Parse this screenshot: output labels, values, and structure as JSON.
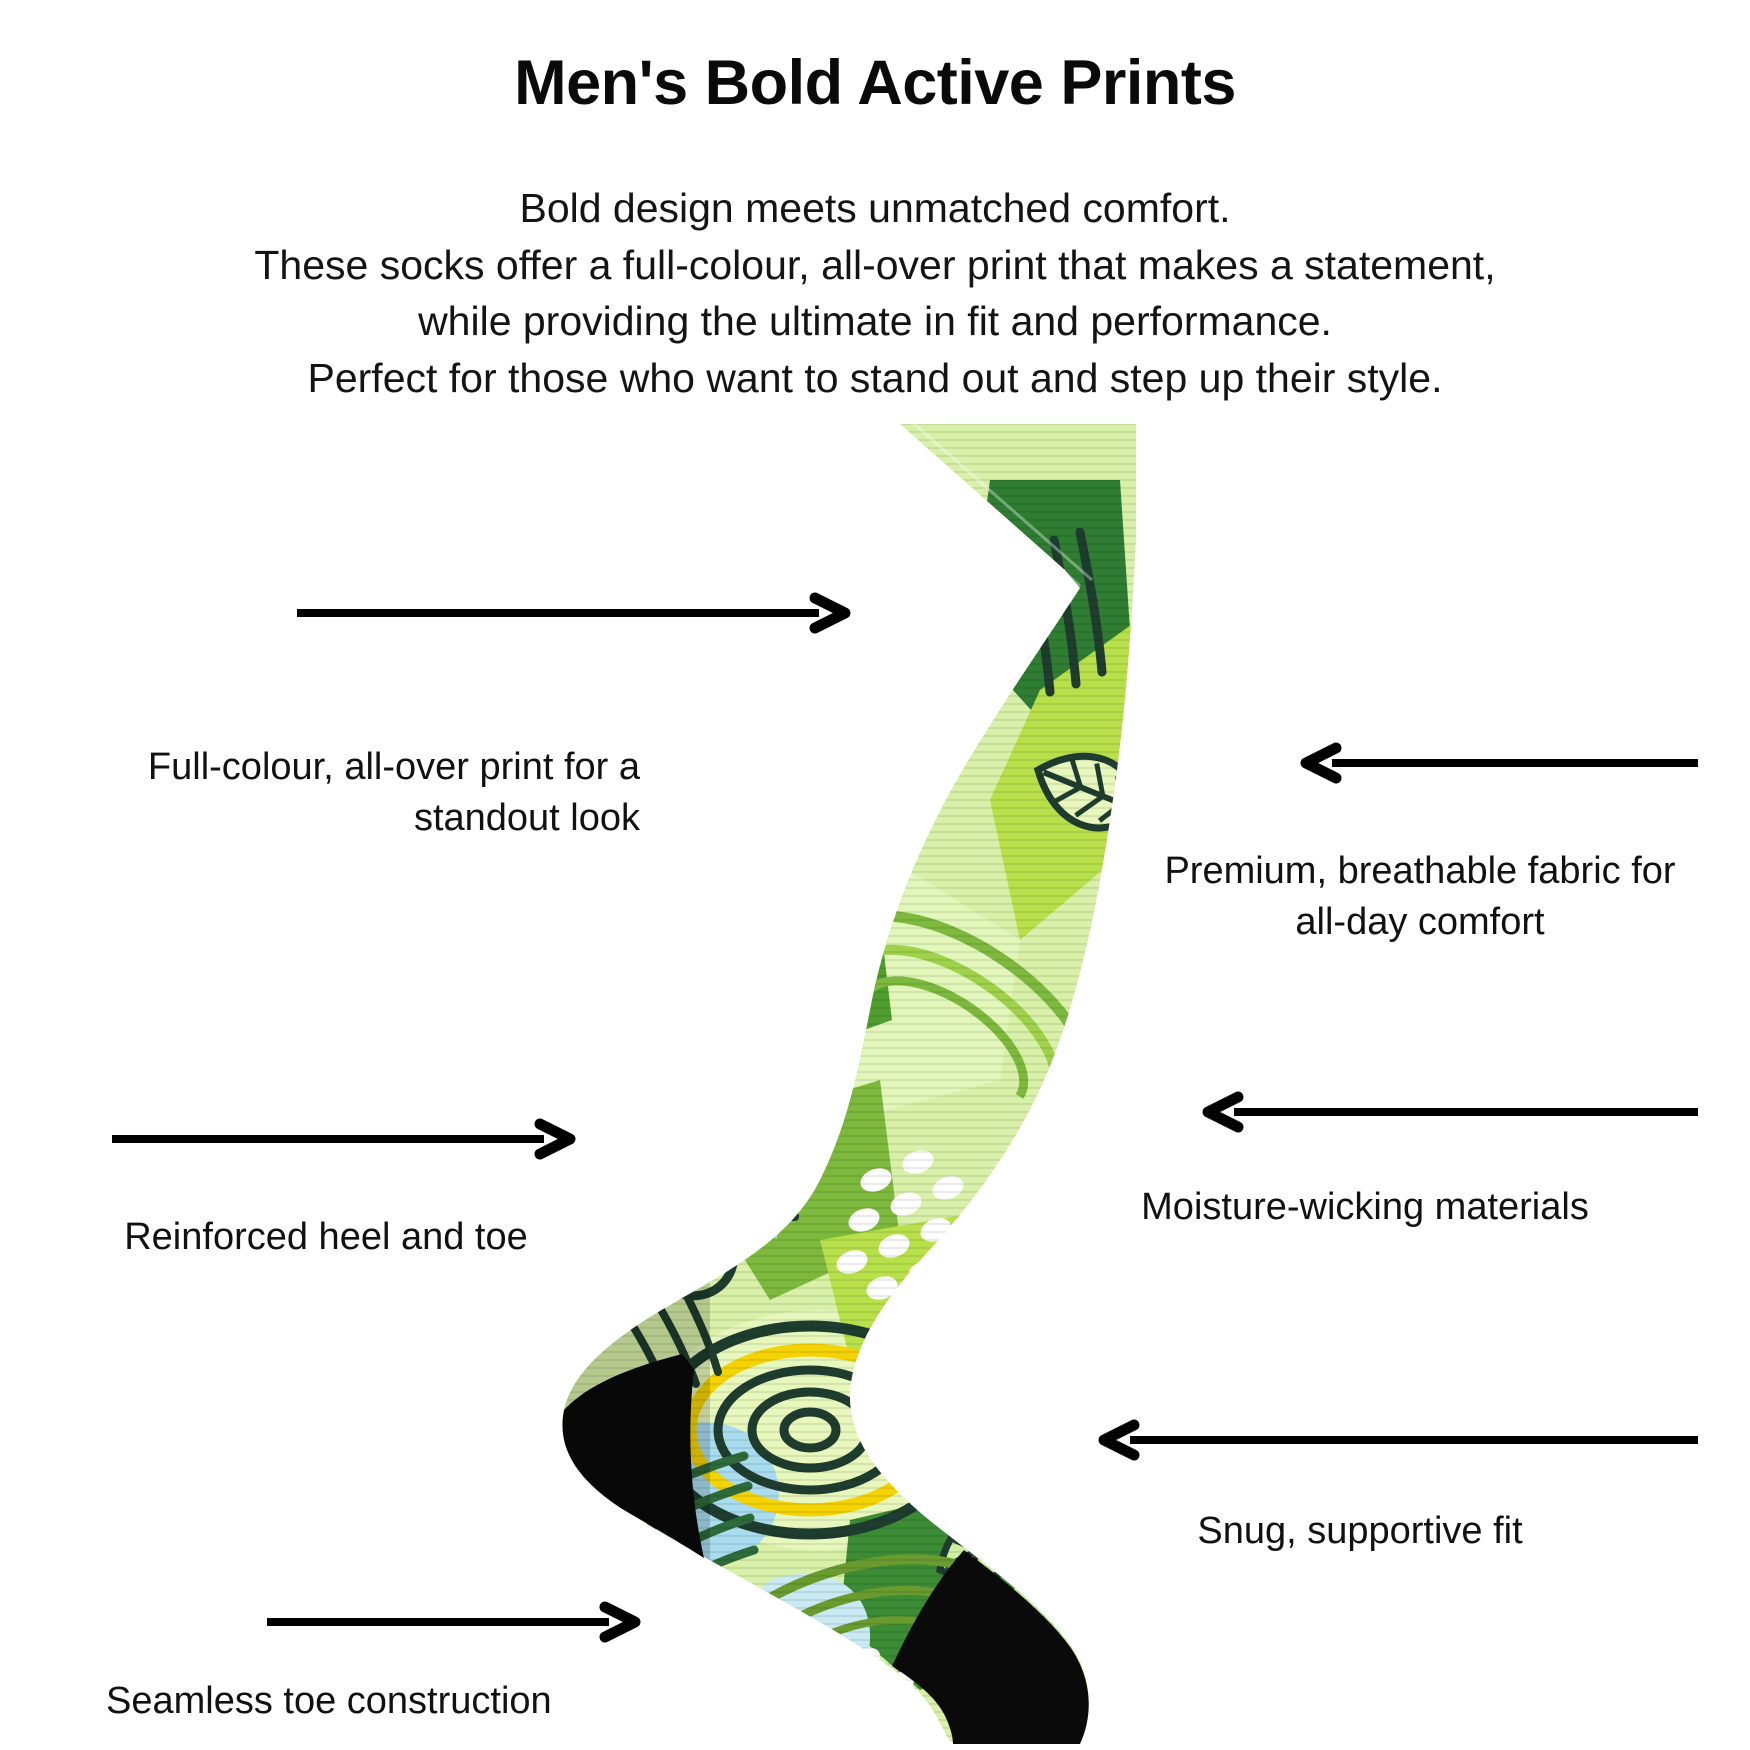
{
  "header": {
    "title": "Men's Bold Active Prints",
    "subtitle_lines": [
      "Bold design meets unmatched comfort.",
      "These socks offer a full-colour, all-over print that makes a statement,",
      "while providing the ultimate in fit and performance.",
      "Perfect for those who want to stand out and step up their style."
    ]
  },
  "features": {
    "left": [
      {
        "id": "full-colour-print",
        "text": "Full-colour, all-over print for a standout look",
        "arrow_direction": "right"
      },
      {
        "id": "reinforced-heel-toe",
        "text": "Reinforced heel and toe",
        "arrow_direction": "right"
      },
      {
        "id": "seamless-toe",
        "text": "Seamless toe construction",
        "arrow_direction": "right"
      }
    ],
    "right": [
      {
        "id": "breathable-fabric",
        "text": "Premium, breathable fabric for all-day comfort",
        "arrow_direction": "left"
      },
      {
        "id": "moisture-wicking",
        "text": "Moisture-wicking materials",
        "arrow_direction": "left"
      },
      {
        "id": "snug-fit",
        "text": "Snug, supportive fit",
        "arrow_direction": "left"
      }
    ]
  },
  "product": {
    "name": "patterned-crew-sock",
    "cuff_note": "ribbed cuff",
    "heel_note": "black reinforced heel",
    "toe_note": "black reinforced toe"
  },
  "colors": {
    "background": "#ffffff",
    "text": "#111111",
    "arrow": "#000000",
    "sock_yellow": "#f5d300",
    "sock_light_blue": "#a8dcee",
    "sock_pale_blue": "#c9e9f3",
    "sock_pale_mint": "#d8f0a8",
    "sock_lime": "#b8e04a",
    "sock_mid_green": "#7cb93c",
    "sock_green": "#4f9e2f",
    "sock_forest": "#2e7d32",
    "sock_dark": "#1e3d2f",
    "sock_white": "#ffffff",
    "sock_black": "#000000"
  }
}
